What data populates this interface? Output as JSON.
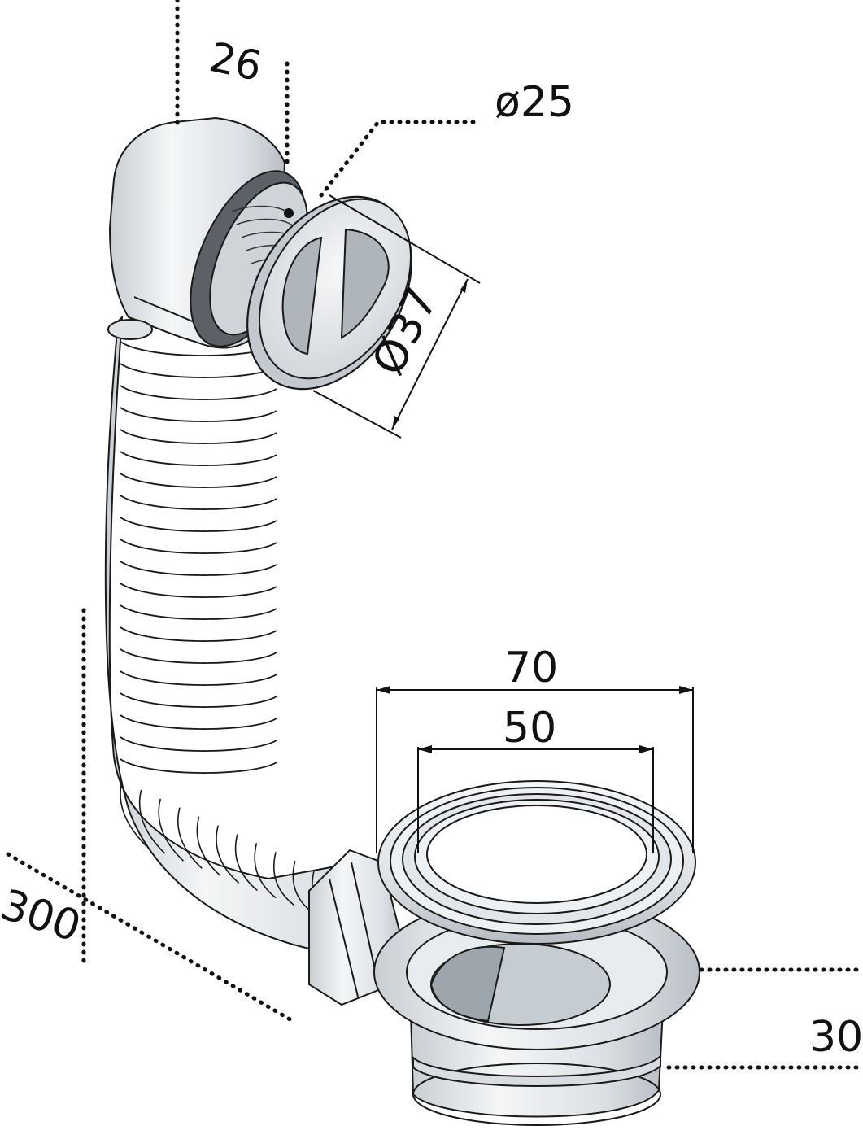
{
  "dimensions": {
    "overflow_depth": "26",
    "overflow_inner_diameter": "ø25",
    "overflow_cap_diameter": "Ø37",
    "outlet_outer_width": "70",
    "outlet_inner_width": "50",
    "outlet_height": "30",
    "hose_length": "300"
  },
  "colors": {
    "body": "#e6e9ec",
    "shade": "#c7ccd1",
    "dark": "#9aa1a8",
    "gasket": "#555b61",
    "line": "#1a1a1a"
  }
}
